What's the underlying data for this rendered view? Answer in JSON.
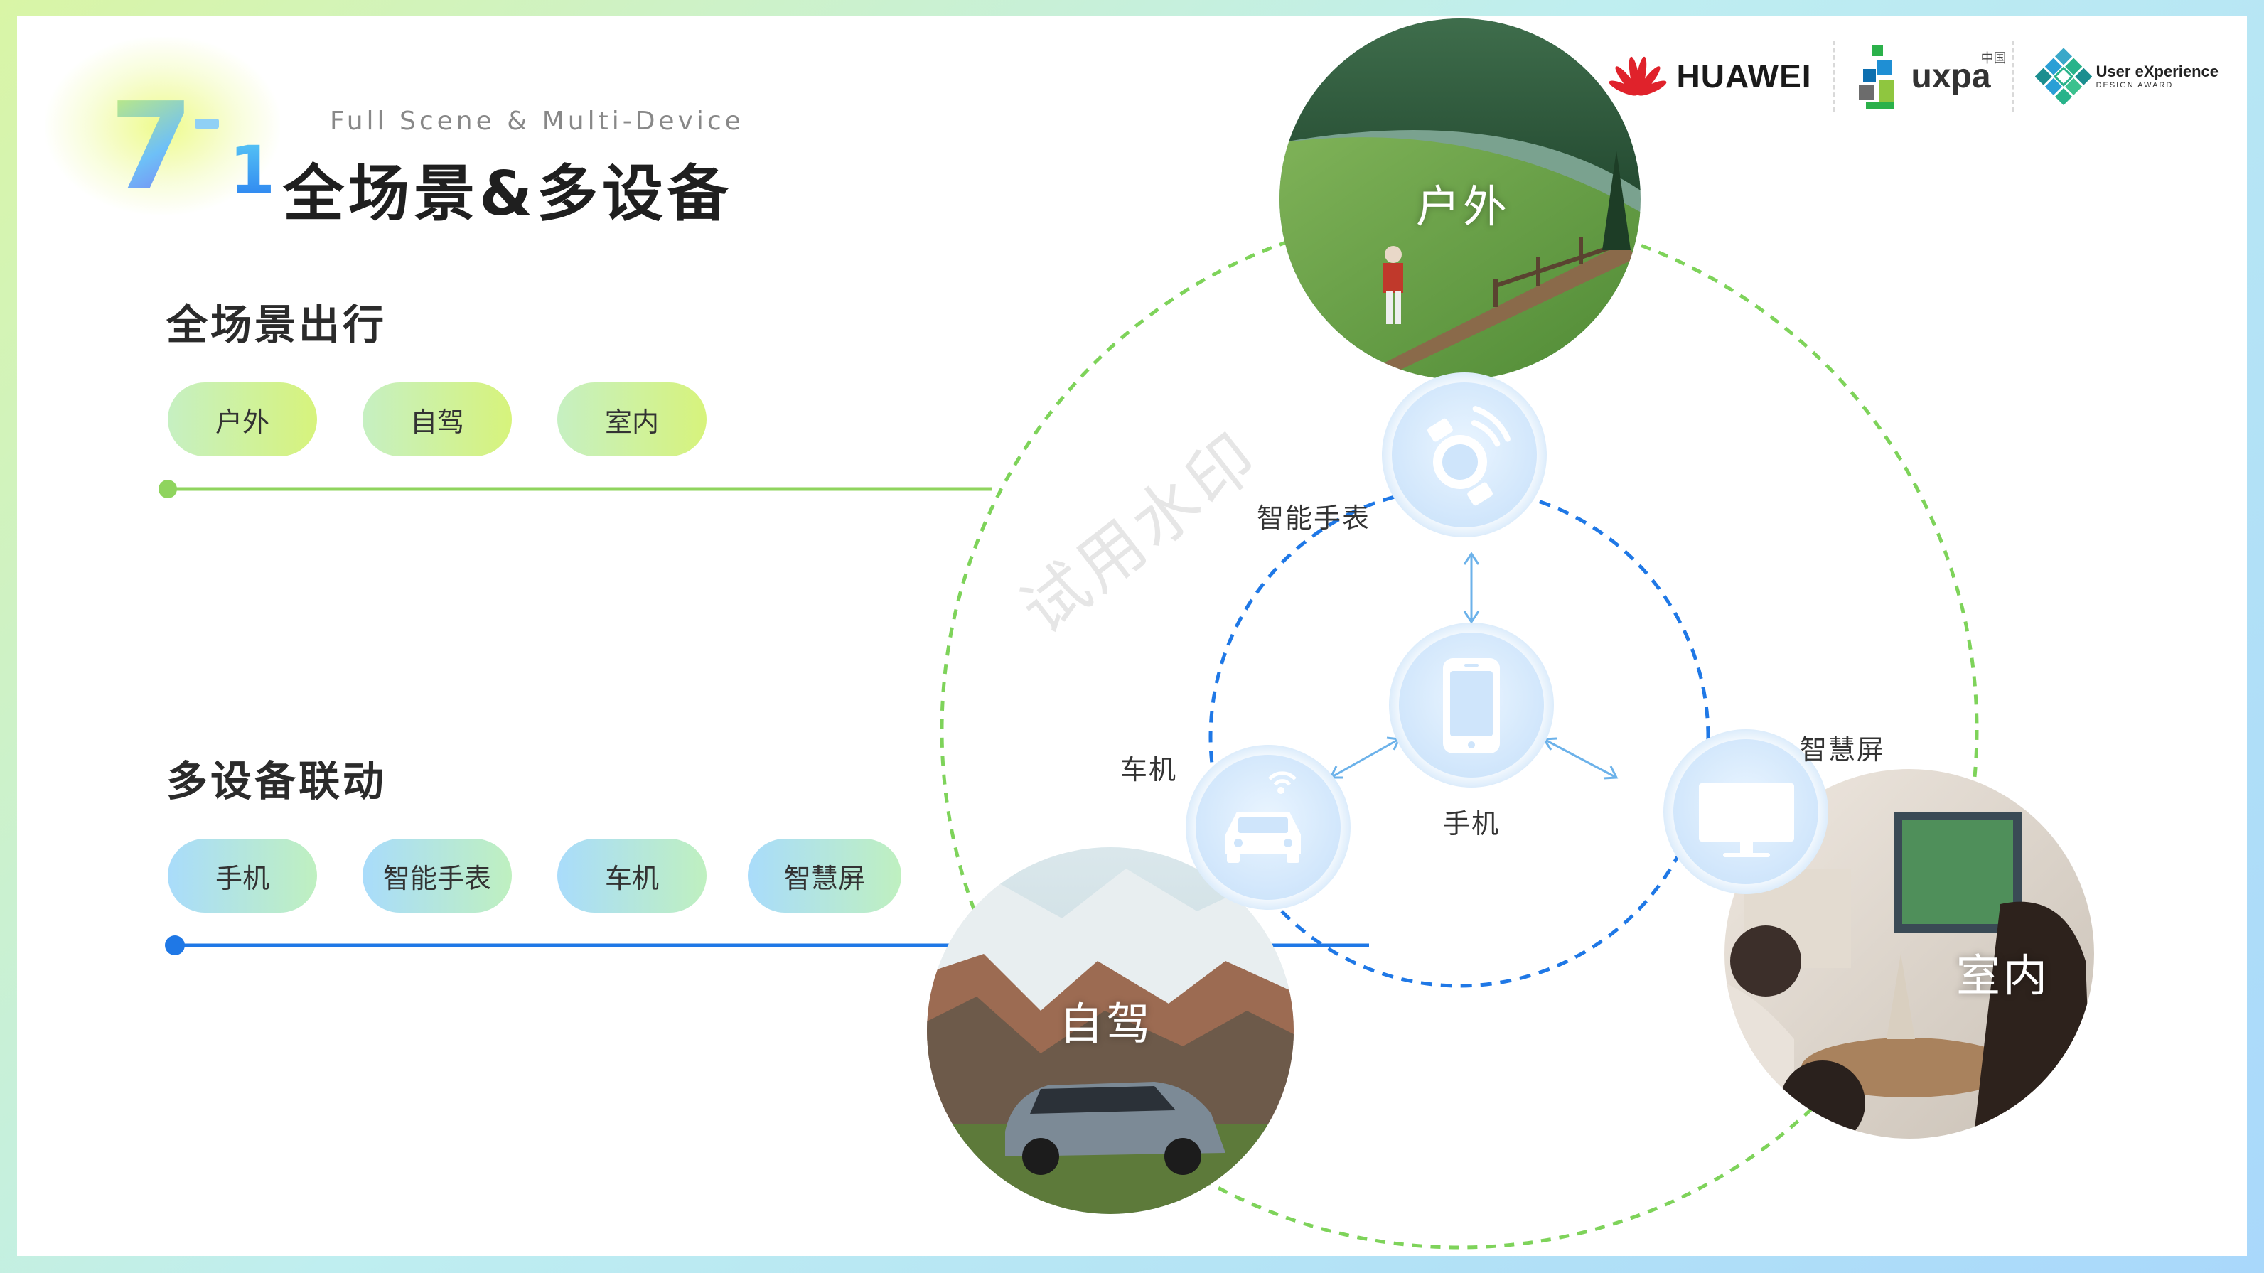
{
  "header": {
    "section_number": "7",
    "section_sub": "1",
    "subtitle": "Full Scene & Multi-Device",
    "title": "全场景&多设备"
  },
  "logos": {
    "huawei": "HUAWEI",
    "uxpa": "uxpa",
    "uxpa_sup": "中国",
    "ux_award_line1": "User eXperience",
    "ux_award_line2": "DESIGN AWARD"
  },
  "scenarios": {
    "label": "全场景出行",
    "chips": [
      "户外",
      "自驾",
      "室内"
    ],
    "line_color": "#8fd45e"
  },
  "devices": {
    "label": "多设备联动",
    "chips": [
      "手机",
      "智能手表",
      "车机",
      "智慧屏"
    ],
    "line_color": "#1f78e6"
  },
  "diagram": {
    "scenes": {
      "outdoor": "户外",
      "driving": "自驾",
      "indoor": "室内"
    },
    "device_nodes": {
      "watch": "智能手表",
      "phone": "手机",
      "car": "车机",
      "screen": "智慧屏"
    },
    "outer_ring_color": "#7ed35a",
    "inner_ring_color": "#1f78e6",
    "icons": {
      "watch": "watch-icon",
      "phone": "phone-icon",
      "car": "car-icon",
      "screen": "monitor-icon"
    }
  },
  "watermark": "试用水印"
}
